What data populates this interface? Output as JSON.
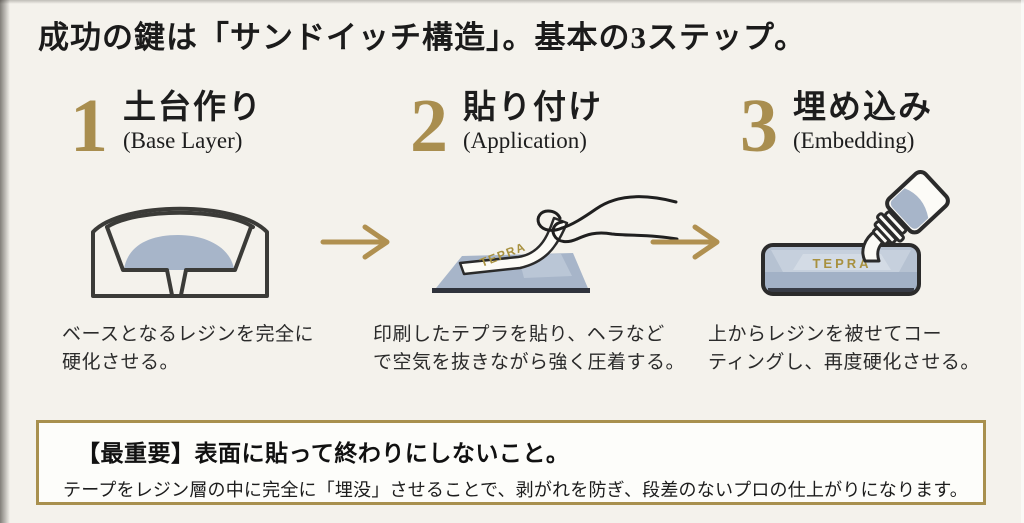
{
  "slide": {
    "title": "成功の鍵は「サンドイッチ構造」。基本の3ステップ。"
  },
  "colors": {
    "background": "#f4f2ec",
    "accent_gold": "#a98e4f",
    "resin_blue": "#a7b5c9",
    "outline_dark": "#2b2b2b"
  },
  "tape_label": "TEPRA",
  "steps": [
    {
      "number": "1",
      "title": "土台作り",
      "subtitle": "(Base Layer)",
      "illustration": "mold-with-cured-resin-base",
      "caption_lines": [
        "ベースとなるレジンを完全に",
        "硬化させる。"
      ]
    },
    {
      "number": "2",
      "title": "貼り付け",
      "subtitle": "(Application)",
      "illustration": "hand-applying-tepra-tape",
      "caption_lines": [
        "印刷したテプラを貼り、ヘラなど",
        "で空気を抜きながら強く圧着する。"
      ]
    },
    {
      "number": "3",
      "title": "埋め込み",
      "subtitle": "(Embedding)",
      "illustration": "bottle-pouring-resin-coating",
      "caption_lines": [
        "上からレジンを被せてコー",
        "ティングし、再度硬化させる。"
      ]
    }
  ],
  "note_box": {
    "heading": "【最重要】表面に貼って終わりにしないこと。",
    "body": "テープをレジン層の中に完全に「埋没」させることで、剥がれを防ぎ、段差のないプロの仕上がりになります。"
  }
}
